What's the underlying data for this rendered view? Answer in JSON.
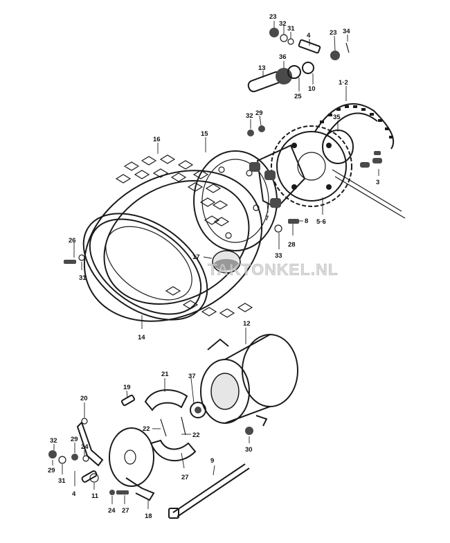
{
  "watermark": "TAKTONKEL.NL",
  "callouts": [
    "23",
    "32",
    "31",
    "4",
    "23",
    "34",
    "36",
    "13",
    "10",
    "25",
    "1·2",
    "35",
    "32",
    "29",
    "16",
    "15",
    "7",
    "8",
    "5·6",
    "3",
    "26",
    "31",
    "17",
    "28",
    "33",
    "14",
    "12",
    "21",
    "19",
    "20",
    "37",
    "22",
    "22",
    "32",
    "29",
    "24",
    "29",
    "31",
    "4",
    "11",
    "24",
    "27",
    "18",
    "27",
    "30",
    "9"
  ]
}
